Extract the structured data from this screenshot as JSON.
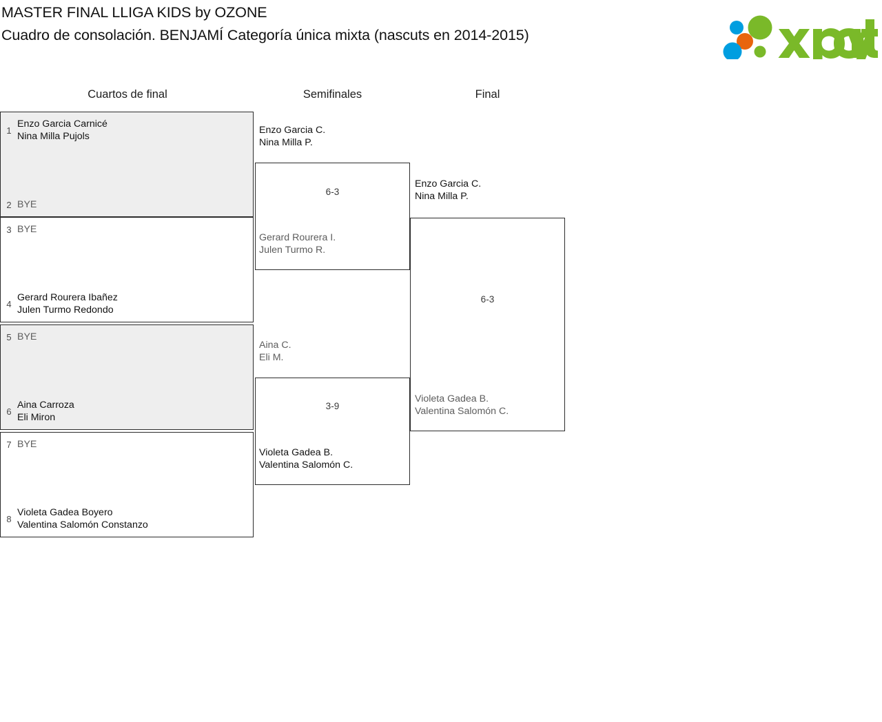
{
  "header": {
    "title_line_1": "MASTER FINAL LLIGA KIDS by OZONE",
    "title_line_2": "Cuadro de consolación. BENJAMÍ Categoría única mixta (nascuts en 2014-2015)",
    "logo": {
      "wordmark": "xporty",
      "colors": {
        "green": "#7ab929",
        "blue": "#009ee0",
        "orange": "#e8650d"
      }
    }
  },
  "rounds": [
    {
      "label": "Cuartos de final"
    },
    {
      "label": "Semifinales"
    },
    {
      "label": "Final"
    }
  ],
  "quarterfinals": [
    {
      "shaded": true,
      "top": {
        "seed": "1",
        "lines": [
          "Enzo Garcia Carnicé",
          "Nina Milla Pujols"
        ],
        "state": "winner"
      },
      "bottom": {
        "seed": "2",
        "lines": [
          "BYE"
        ],
        "state": "bye"
      }
    },
    {
      "shaded": false,
      "top": {
        "seed": "3",
        "lines": [
          "BYE"
        ],
        "state": "bye"
      },
      "bottom": {
        "seed": "4",
        "lines": [
          "Gerard Rourera Ibañez",
          "Julen Turmo Redondo"
        ],
        "state": "winner"
      }
    },
    {
      "shaded": true,
      "top": {
        "seed": "5",
        "lines": [
          "BYE"
        ],
        "state": "bye"
      },
      "bottom": {
        "seed": "6",
        "lines": [
          "Aina Carroza",
          "Eli Miron"
        ],
        "state": "winner"
      }
    },
    {
      "shaded": false,
      "top": {
        "seed": "7",
        "lines": [
          "BYE"
        ],
        "state": "bye"
      },
      "bottom": {
        "seed": "8",
        "lines": [
          "Violeta Gadea Boyero",
          "Valentina Salomón Constanzo"
        ],
        "state": "winner"
      }
    }
  ],
  "semifinals": [
    {
      "score": "6-3",
      "top": {
        "lines": [
          "Enzo Garcia C.",
          "Nina Milla P."
        ],
        "state": "winner"
      },
      "bottom": {
        "lines": [
          "Gerard Rourera I.",
          "Julen Turmo R."
        ],
        "state": "loser"
      }
    },
    {
      "score": "3-9",
      "top": {
        "lines": [
          "Aina C.",
          "Eli M."
        ],
        "state": "loser"
      },
      "bottom": {
        "lines": [
          "Violeta Gadea B.",
          "Valentina Salomón C."
        ],
        "state": "winner"
      }
    }
  ],
  "final": {
    "score": "6-3",
    "top": {
      "lines": [
        "Enzo Garcia C.",
        "Nina Milla P."
      ],
      "state": "winner"
    },
    "bottom": {
      "lines": [
        "Violeta Gadea B.",
        "Valentina Salomón C."
      ],
      "state": "loser"
    }
  }
}
